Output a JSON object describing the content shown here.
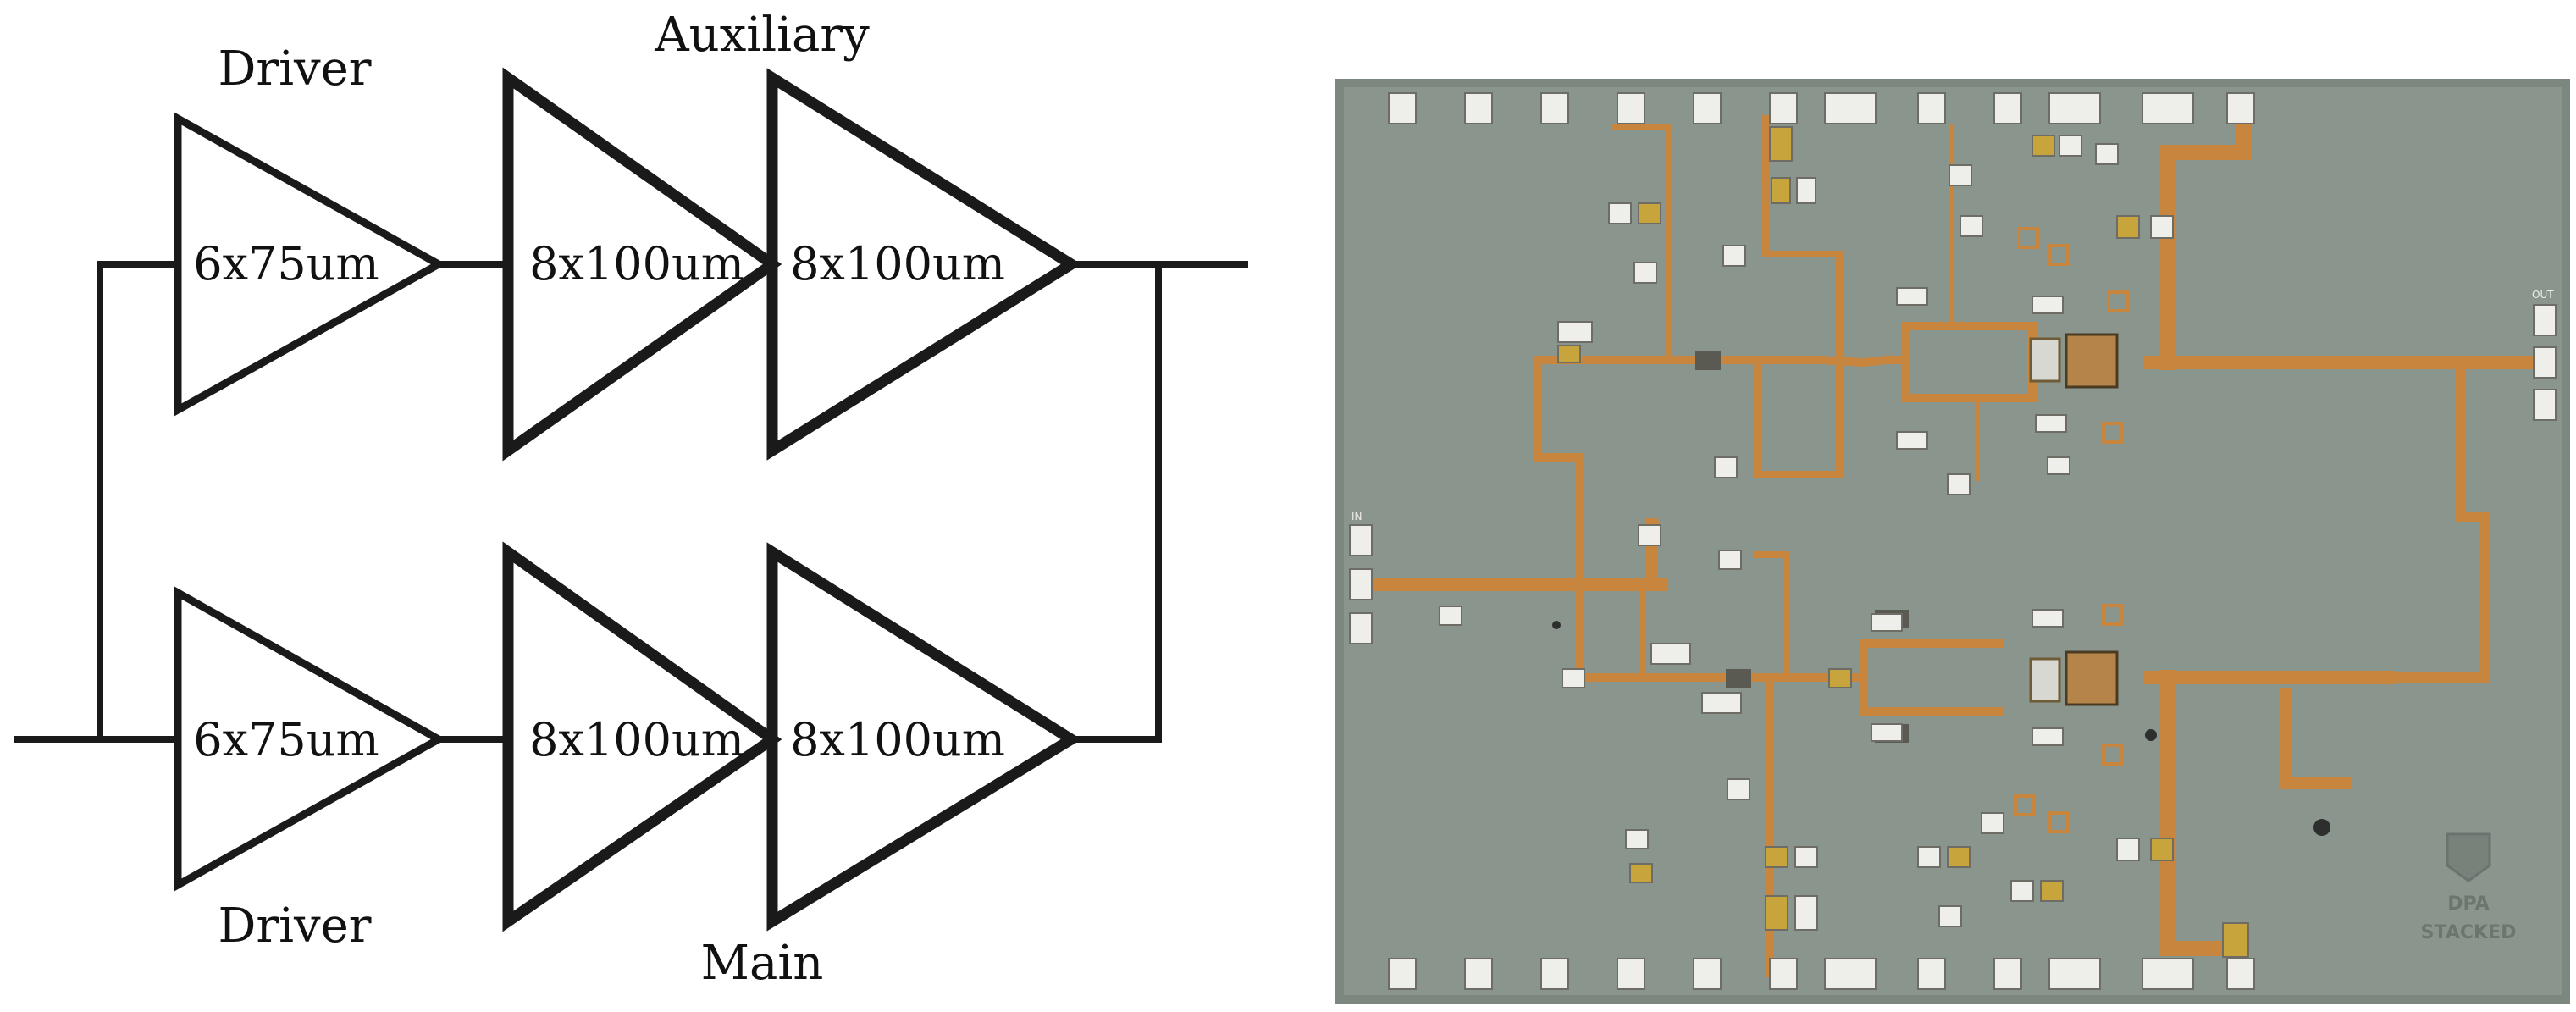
{
  "diagram": {
    "labels": {
      "driver_top": "Driver",
      "driver_bottom": "Driver",
      "auxiliary": "Auxiliary",
      "main": "Main"
    },
    "amplifiers": {
      "top_driver": "6x75um",
      "top_stage2": "8x100um",
      "top_stage3": "8x100um",
      "bottom_driver": "6x75um",
      "bottom_stage2": "8x100um",
      "bottom_stage3": "8x100um"
    }
  },
  "micrograph": {
    "pad_label_in": "IN",
    "pad_label_out": "OUT",
    "logo_line1": "DPA",
    "logo_line2": "STACKED"
  },
  "colors": {
    "line": "#1a1a1a",
    "die_background": "#8a958e",
    "trace": "#c8853e",
    "pad_white": "#eeeeea",
    "pad_gold": "#c7a43c"
  }
}
